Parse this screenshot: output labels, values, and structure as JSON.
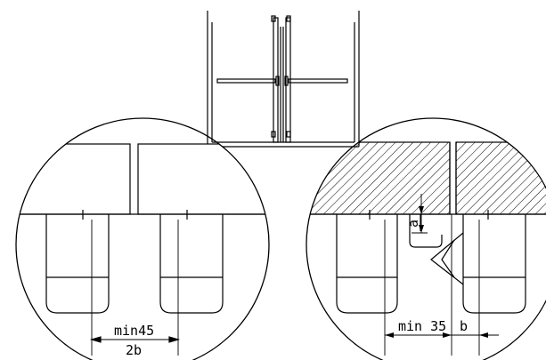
{
  "left_detail": {
    "min_label": "min45",
    "sub_label": "2b"
  },
  "right_detail": {
    "a_label": "a",
    "min_label": "min 35",
    "b_label": "b"
  },
  "colors": {
    "line": "#000000",
    "background": "#ffffff"
  }
}
